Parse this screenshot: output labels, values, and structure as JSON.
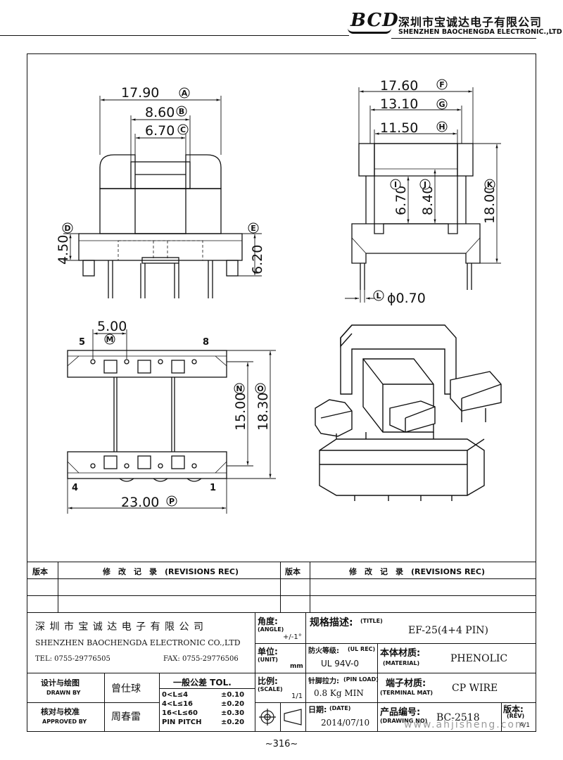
{
  "header": {
    "logo": "BCD",
    "company_cn": "深圳市宝诚达电子有限公司",
    "company_en": "SHENZHEN BAOCHENGDA ELECTRONIC.,LTD"
  },
  "dimensions": {
    "A": "17.90",
    "B": "8.60",
    "C": "6.70",
    "D": "4.50",
    "E": "6.20",
    "F": "17.60",
    "G": "13.10",
    "H": "11.50",
    "I": "6.70",
    "J": "8.40",
    "K": "18.00",
    "L": "ϕ0.70",
    "M": "5.00",
    "N": "15.00",
    "O": "18.30",
    "P": "23.00"
  },
  "bubbles": [
    "A",
    "B",
    "C",
    "D",
    "E",
    "F",
    "G",
    "H",
    "I",
    "J",
    "K",
    "L",
    "M",
    "N",
    "O",
    "P"
  ],
  "pins": {
    "p5": "5",
    "p8": "8",
    "p4": "4",
    "p1": "1"
  },
  "revisions": {
    "ver_label": "版本",
    "rec_label": "修　改　记　录　(REVISIONS REC)"
  },
  "titleblock": {
    "company_cn": "深 圳 市 宝 诚 达 电 子 有 限 公 司",
    "company_en": "SHENZHEN BAOCHENGDA ELECTRONIC CO.,LTD",
    "tel": "TEL: 0755-29776505",
    "fax": "FAX: 0755-29776506",
    "drawn_label_cn": "设计与绘图",
    "drawn_label_en": "DRAWN BY",
    "drawn_by": "曾仕球",
    "approved_label_cn": "核对与校准",
    "approved_label_en": "APPROVED BY",
    "approved_by": "周春雷",
    "tol_title": "一般公差 TOL.",
    "tol_rows": [
      {
        "range": "0<L≤4",
        "val": "±0.10"
      },
      {
        "range": "4<L≤16",
        "val": "±0.20"
      },
      {
        "range": "16<L≤60",
        "val": "±0.30"
      },
      {
        "range": "PIN PITCH",
        "val": "±0.20"
      }
    ],
    "angle_label": "角度:",
    "angle_en": "(ANGLE)",
    "angle_val": "+/-1°",
    "unit_label": "单位:",
    "unit_en": "(UNIT)",
    "unit_val": "mm",
    "scale_label": "比例:",
    "scale_en": "(SCALE)",
    "scale_val": "1/1",
    "title_label": "规格描述:",
    "title_en": "(TITLE)",
    "title_val": "EF-25(4+4 PIN)",
    "ul_label": "防火等级:",
    "ul_en": "(UL REC)",
    "ul_val": "UL 94V-0",
    "material_label": "本体材质:",
    "material_en": "(MATERIAL)",
    "material_val": "PHENOLIC",
    "pinload_label": "针脚拉力:",
    "pinload_en": "(PIN LOAD)",
    "pinload_val": "0.8 Kg MIN",
    "terminal_label": "端子材质:",
    "terminal_en": "(TERMINAL MAT)",
    "terminal_val": "CP WIRE",
    "date_label": "日期:",
    "date_en": "(DATE)",
    "date_val": "2014/07/10",
    "drawing_label": "产品编号:",
    "drawing_en": "(DRAWING NO)",
    "drawing_val": "BC-2518",
    "rev_label": "版本:",
    "rev_en": "(REV)",
    "rev_val": "A/1"
  },
  "page_number": "~316~",
  "watermark": "www.ahjisheng.com"
}
